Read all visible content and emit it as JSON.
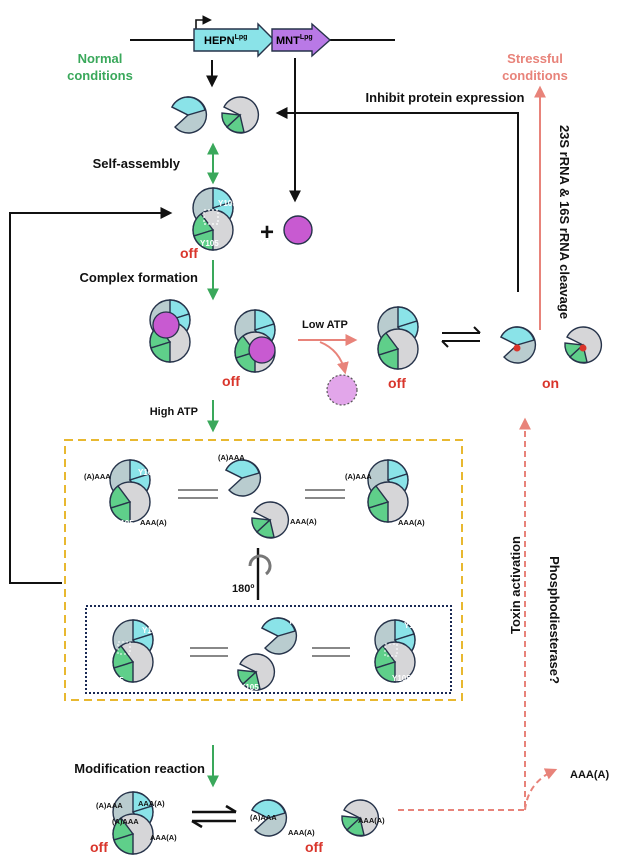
{
  "gene": {
    "hepn_base": "HEPN",
    "hepn_sup": "Lpg",
    "mnt_base": "MNT",
    "mnt_sup": "Lpg"
  },
  "conditions": {
    "normal_line1": "Normal",
    "normal_line2": "conditions",
    "stress_line1": "Stressful",
    "stress_line2": "conditions"
  },
  "labels": {
    "inhibit": "Inhibit protein expression",
    "cleavage": "23S rRNA & 16S rRNA cleavage",
    "self_assembly": "Self-assembly",
    "complex_formation": "Complex formation",
    "low_atp": "Low ATP",
    "high_atp": "High ATP",
    "modification": "Modification reaction",
    "phosphodiesterase": "Phosphodiesterase?",
    "toxin_activation": "Toxin activation",
    "aaa_product": "AAA(A)",
    "rotation": "180º",
    "plus": "+"
  },
  "states": {
    "off": "off",
    "on": "on"
  },
  "residues": {
    "y105": "Y105"
  },
  "modifications": {
    "adenylyl_left": "(A)AAA",
    "adenylyl_right": "AAA(A)"
  },
  "colors": {
    "cyan": "#8ae3e8",
    "green": "#5fcf8a",
    "gray": "#d6d6d8",
    "slate": "#b9cccf",
    "magenta": "#c85ad1",
    "stress_pink": "#e8837a",
    "normal_green": "#3aa85b",
    "dashed_frame": "#e8b830",
    "inner_frame": "#1a2a55"
  }
}
